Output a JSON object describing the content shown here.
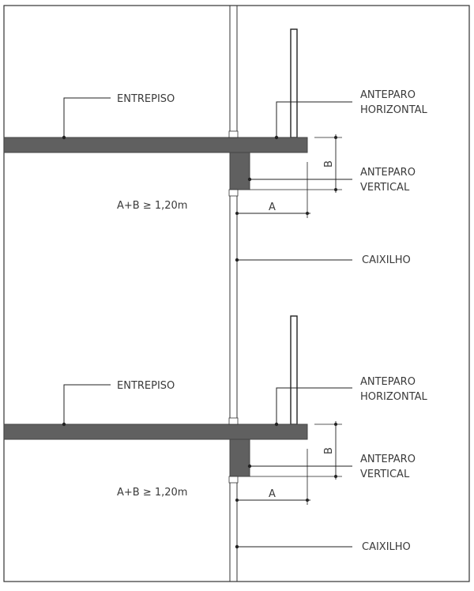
{
  "colors": {
    "slab": "#606060",
    "line": "#222222",
    "text": "#3a3a3a",
    "frame": "#333333"
  },
  "sections": [
    {
      "labels": {
        "entrepiso": "ENTREPISO",
        "anteparo_horizontal_1": "ANTEPARO",
        "anteparo_horizontal_2": "HORIZONTAL",
        "anteparo_vertical_1": "ANTEPARO",
        "anteparo_vertical_2": "VERTICAL",
        "caixilho": "CAIXILHO",
        "formula": "A+B ≥ 1,20m",
        "dim_a": "A",
        "dim_b": "B"
      }
    },
    {
      "labels": {
        "entrepiso": "ENTREPISO",
        "anteparo_horizontal_1": "ANTEPARO",
        "anteparo_horizontal_2": "HORIZONTAL",
        "anteparo_vertical_1": "ANTEPARO",
        "anteparo_vertical_2": "VERTICAL",
        "caixilho": "CAIXILHO",
        "formula": "A+B ≥ 1,20m",
        "dim_a": "A",
        "dim_b": "B"
      }
    }
  ]
}
